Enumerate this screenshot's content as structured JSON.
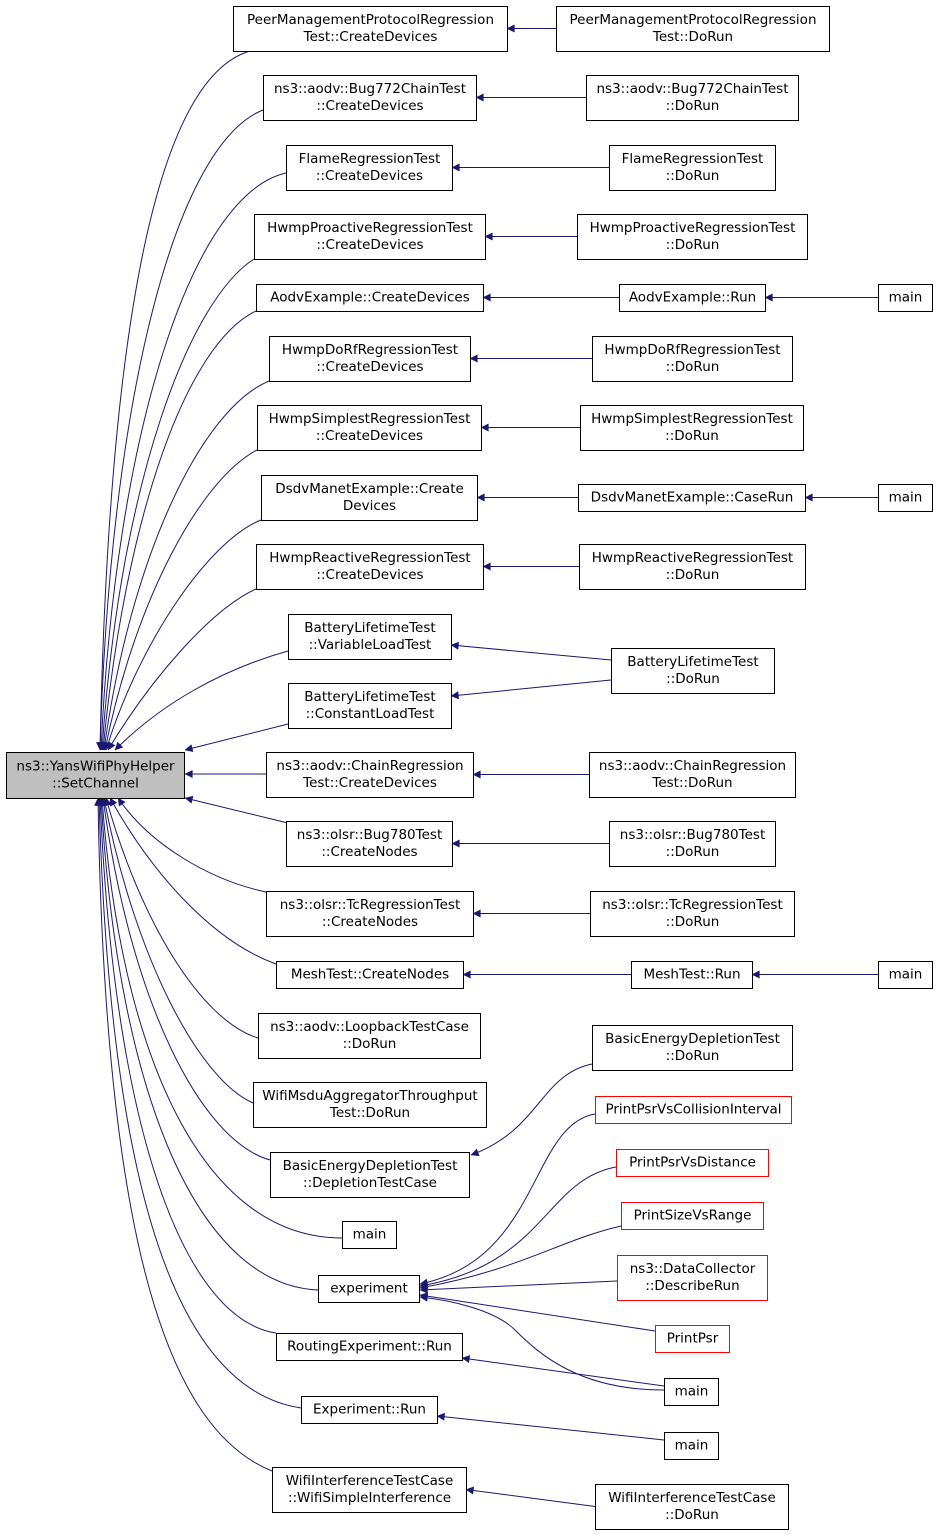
{
  "root": "root",
  "nodes": [
    {
      "id": "root",
      "lines": [
        "ns3::YansWifiPhyHelper",
        "::SetChannel"
      ],
      "style": "root"
    },
    {
      "id": "pmp_cd",
      "lines": [
        "PeerManagementProtocolRegression",
        "Test::CreateDevices"
      ]
    },
    {
      "id": "pmp_run",
      "lines": [
        "PeerManagementProtocolRegression",
        "Test::DoRun"
      ]
    },
    {
      "id": "b772_cd",
      "lines": [
        "ns3::aodv::Bug772ChainTest",
        "::CreateDevices"
      ]
    },
    {
      "id": "b772_run",
      "lines": [
        "ns3::aodv::Bug772ChainTest",
        "::DoRun"
      ]
    },
    {
      "id": "flame_cd",
      "lines": [
        "FlameRegressionTest",
        "::CreateDevices"
      ]
    },
    {
      "id": "flame_run",
      "lines": [
        "FlameRegressionTest",
        "::DoRun"
      ]
    },
    {
      "id": "hpro_cd",
      "lines": [
        "HwmpProactiveRegressionTest",
        "::CreateDevices"
      ]
    },
    {
      "id": "hpro_run",
      "lines": [
        "HwmpProactiveRegressionTest",
        "::DoRun"
      ]
    },
    {
      "id": "aodvex_cd",
      "lines": [
        "AodvExample::CreateDevices"
      ]
    },
    {
      "id": "aodvex_run",
      "lines": [
        "AodvExample::Run"
      ]
    },
    {
      "id": "main1",
      "lines": [
        "main"
      ]
    },
    {
      "id": "hdorf_cd",
      "lines": [
        "HwmpDoRfRegressionTest",
        "::CreateDevices"
      ]
    },
    {
      "id": "hdorf_run",
      "lines": [
        "HwmpDoRfRegressionTest",
        "::DoRun"
      ]
    },
    {
      "id": "hsim_cd",
      "lines": [
        "HwmpSimplestRegressionTest",
        "::CreateDevices"
      ]
    },
    {
      "id": "hsim_run",
      "lines": [
        "HwmpSimplestRegressionTest",
        "::DoRun"
      ]
    },
    {
      "id": "dsdv_cd",
      "lines": [
        "DsdvManetExample::Create",
        "Devices"
      ]
    },
    {
      "id": "dsdv_run",
      "lines": [
        "DsdvManetExample::CaseRun"
      ]
    },
    {
      "id": "main2",
      "lines": [
        "main"
      ]
    },
    {
      "id": "hrea_cd",
      "lines": [
        "HwmpReactiveRegressionTest",
        "::CreateDevices"
      ]
    },
    {
      "id": "hrea_run",
      "lines": [
        "HwmpReactiveRegressionTest",
        "::DoRun"
      ]
    },
    {
      "id": "bl_var",
      "lines": [
        "BatteryLifetimeTest",
        "::VariableLoadTest"
      ]
    },
    {
      "id": "bl_const",
      "lines": [
        "BatteryLifetimeTest",
        "::ConstantLoadTest"
      ]
    },
    {
      "id": "bl_run",
      "lines": [
        "BatteryLifetimeTest",
        "::DoRun"
      ]
    },
    {
      "id": "chain_cd",
      "lines": [
        "ns3::aodv::ChainRegression",
        "Test::CreateDevices"
      ]
    },
    {
      "id": "chain_run",
      "lines": [
        "ns3::aodv::ChainRegression",
        "Test::DoRun"
      ]
    },
    {
      "id": "b780_cn",
      "lines": [
        "ns3::olsr::Bug780Test",
        "::CreateNodes"
      ]
    },
    {
      "id": "b780_run",
      "lines": [
        "ns3::olsr::Bug780Test",
        "::DoRun"
      ]
    },
    {
      "id": "tc_cn",
      "lines": [
        "ns3::olsr::TcRegressionTest",
        "::CreateNodes"
      ]
    },
    {
      "id": "tc_run",
      "lines": [
        "ns3::olsr::TcRegressionTest",
        "::DoRun"
      ]
    },
    {
      "id": "mesh_cn",
      "lines": [
        "MeshTest::CreateNodes"
      ]
    },
    {
      "id": "mesh_run",
      "lines": [
        "MeshTest::Run"
      ]
    },
    {
      "id": "main3",
      "lines": [
        "main"
      ]
    },
    {
      "id": "loop_run",
      "lines": [
        "ns3::aodv::LoopbackTestCase",
        "::DoRun"
      ]
    },
    {
      "id": "msdu_run",
      "lines": [
        "WifiMsduAggregatorThroughput",
        "Test::DoRun"
      ]
    },
    {
      "id": "bed_run",
      "lines": [
        "BasicEnergyDepletionTest",
        "::DoRun"
      ]
    },
    {
      "id": "bed_dtc",
      "lines": [
        "BasicEnergyDepletionTest",
        "::DepletionTestCase"
      ]
    },
    {
      "id": "ppci",
      "lines": [
        "PrintPsrVsCollisionInterval"
      ],
      "style": "red"
    },
    {
      "id": "ppd",
      "lines": [
        "PrintPsrVsDistance"
      ],
      "style": "red"
    },
    {
      "id": "psvr",
      "lines": [
        "PrintSizeVsRange"
      ],
      "style": "red"
    },
    {
      "id": "main_a",
      "lines": [
        "main"
      ]
    },
    {
      "id": "dcdr",
      "lines": [
        "ns3::DataCollector",
        "::DescribeRun"
      ],
      "style": "red"
    },
    {
      "id": "experiment",
      "lines": [
        "experiment"
      ]
    },
    {
      "id": "pp",
      "lines": [
        "PrintPsr"
      ],
      "style": "red"
    },
    {
      "id": "rexp_run",
      "lines": [
        "RoutingExperiment::Run"
      ]
    },
    {
      "id": "main_b",
      "lines": [
        "main"
      ]
    },
    {
      "id": "exp_run",
      "lines": [
        "Experiment::Run"
      ]
    },
    {
      "id": "main_c",
      "lines": [
        "main"
      ]
    },
    {
      "id": "wit_wsi",
      "lines": [
        "WifiInterferenceTestCase",
        "::WifiSimpleInterference"
      ]
    },
    {
      "id": "wit_run",
      "lines": [
        "WifiInterferenceTestCase",
        "::DoRun"
      ]
    }
  ],
  "edges": [
    {
      "from": "pmp_cd",
      "to": "root"
    },
    {
      "from": "pmp_run",
      "to": "pmp_cd"
    },
    {
      "from": "b772_cd",
      "to": "root"
    },
    {
      "from": "b772_run",
      "to": "b772_cd"
    },
    {
      "from": "flame_cd",
      "to": "root"
    },
    {
      "from": "flame_run",
      "to": "flame_cd"
    },
    {
      "from": "hpro_cd",
      "to": "root"
    },
    {
      "from": "hpro_run",
      "to": "hpro_cd"
    },
    {
      "from": "aodvex_cd",
      "to": "root"
    },
    {
      "from": "aodvex_run",
      "to": "aodvex_cd"
    },
    {
      "from": "main1",
      "to": "aodvex_run"
    },
    {
      "from": "hdorf_cd",
      "to": "root"
    },
    {
      "from": "hdorf_run",
      "to": "hdorf_cd"
    },
    {
      "from": "hsim_cd",
      "to": "root"
    },
    {
      "from": "hsim_run",
      "to": "hsim_cd"
    },
    {
      "from": "dsdv_cd",
      "to": "root"
    },
    {
      "from": "dsdv_run",
      "to": "dsdv_cd"
    },
    {
      "from": "main2",
      "to": "dsdv_run"
    },
    {
      "from": "hrea_cd",
      "to": "root"
    },
    {
      "from": "hrea_run",
      "to": "hrea_cd"
    },
    {
      "from": "bl_var",
      "to": "root"
    },
    {
      "from": "bl_run",
      "to": "bl_var"
    },
    {
      "from": "bl_const",
      "to": "root"
    },
    {
      "from": "bl_run",
      "to": "bl_const"
    },
    {
      "from": "chain_cd",
      "to": "root"
    },
    {
      "from": "chain_run",
      "to": "chain_cd"
    },
    {
      "from": "b780_cn",
      "to": "root"
    },
    {
      "from": "b780_run",
      "to": "b780_cn"
    },
    {
      "from": "tc_cn",
      "to": "root"
    },
    {
      "from": "tc_run",
      "to": "tc_cn"
    },
    {
      "from": "mesh_cn",
      "to": "root"
    },
    {
      "from": "mesh_run",
      "to": "mesh_cn"
    },
    {
      "from": "main3",
      "to": "mesh_run"
    },
    {
      "from": "loop_run",
      "to": "root"
    },
    {
      "from": "msdu_run",
      "to": "root"
    },
    {
      "from": "bed_dtc",
      "to": "root"
    },
    {
      "from": "bed_run",
      "to": "bed_dtc"
    },
    {
      "from": "main_a",
      "to": "root"
    },
    {
      "from": "experiment",
      "to": "root"
    },
    {
      "from": "ppci",
      "to": "experiment"
    },
    {
      "from": "ppd",
      "to": "experiment"
    },
    {
      "from": "psvr",
      "to": "experiment"
    },
    {
      "from": "dcdr",
      "to": "experiment"
    },
    {
      "from": "pp",
      "to": "experiment"
    },
    {
      "from": "main_b",
      "to": "experiment"
    },
    {
      "from": "rexp_run",
      "to": "root"
    },
    {
      "from": "main_b",
      "to": "rexp_run"
    },
    {
      "from": "exp_run",
      "to": "root"
    },
    {
      "from": "main_c",
      "to": "exp_run"
    },
    {
      "from": "wit_wsi",
      "to": "root"
    },
    {
      "from": "wit_run",
      "to": "wit_wsi"
    }
  ]
}
